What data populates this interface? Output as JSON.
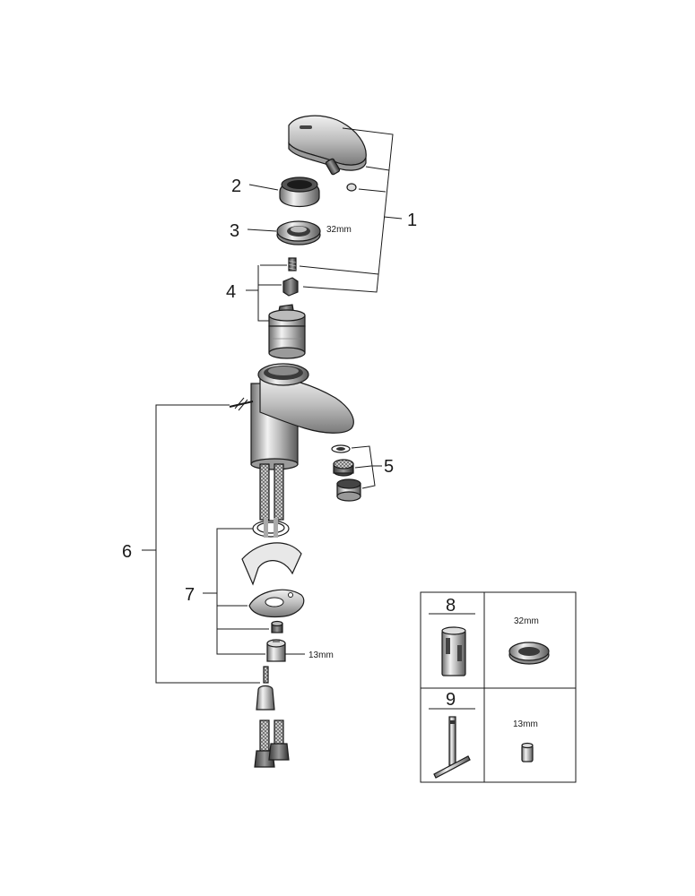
{
  "diagram": {
    "callouts": {
      "c1": "1",
      "c2": "2",
      "c3": "3",
      "c4": "4",
      "c5": "5",
      "c6": "6",
      "c7": "7"
    },
    "dimensions": {
      "ring_nut": "32mm",
      "nut": "13mm"
    }
  },
  "tools_box": {
    "tool_8": {
      "number": "8",
      "size_label": "32mm"
    },
    "tool_9": {
      "number": "9",
      "size_label": "13mm"
    }
  }
}
